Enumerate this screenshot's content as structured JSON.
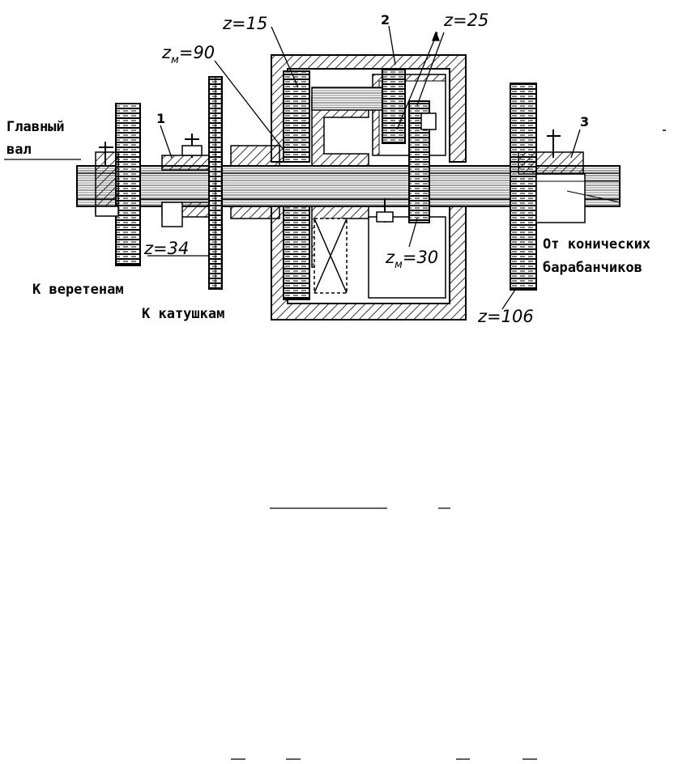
{
  "labels": {
    "glavny": "Главный",
    "val": "вал",
    "k_veretenam": "К веретенам",
    "k_katushkam": "К катушкам",
    "ot_konicheskih": "От конических",
    "barabanchikov": "барабанчиков",
    "num1": "1",
    "num2": "2",
    "num3": "3"
  },
  "gears": {
    "z15": "z=15",
    "z25": "z=25",
    "z34": "z=34",
    "z106": "z=106",
    "zm90_main": "z",
    "zm90_sub": "м",
    "zm90_val": "=90",
    "zm30_main": "z",
    "zm30_sub": "м",
    "zm30_val": "=30"
  }
}
